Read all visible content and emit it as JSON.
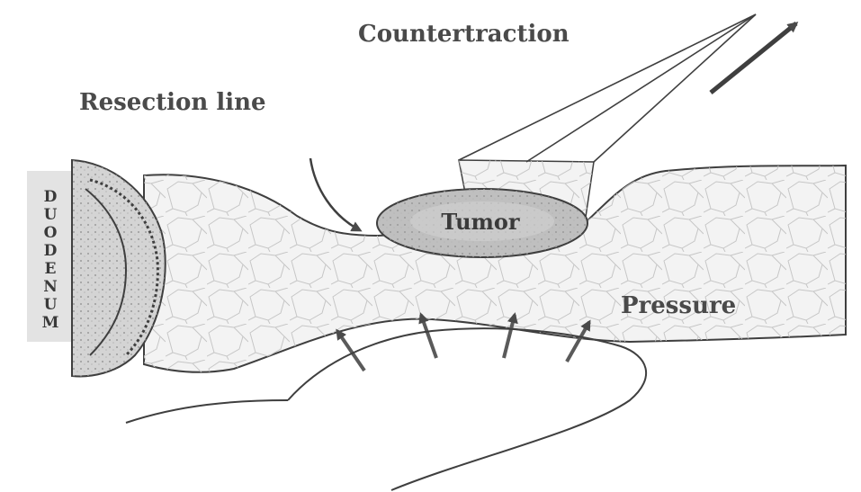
{
  "labels": {
    "countertraction": "Countertraction",
    "resection_line": "Resection line",
    "tumor": "Tumor",
    "pressure": "Pressure",
    "duodenum": "DUODENUM"
  },
  "colors": {
    "ink": "#3f3f3f",
    "tissue_fill": "#f1f1f1",
    "tumor_fill": "#bdbdbd",
    "duodenum_fill": "#d9d9d9",
    "label_text": "#4a4a4a"
  }
}
